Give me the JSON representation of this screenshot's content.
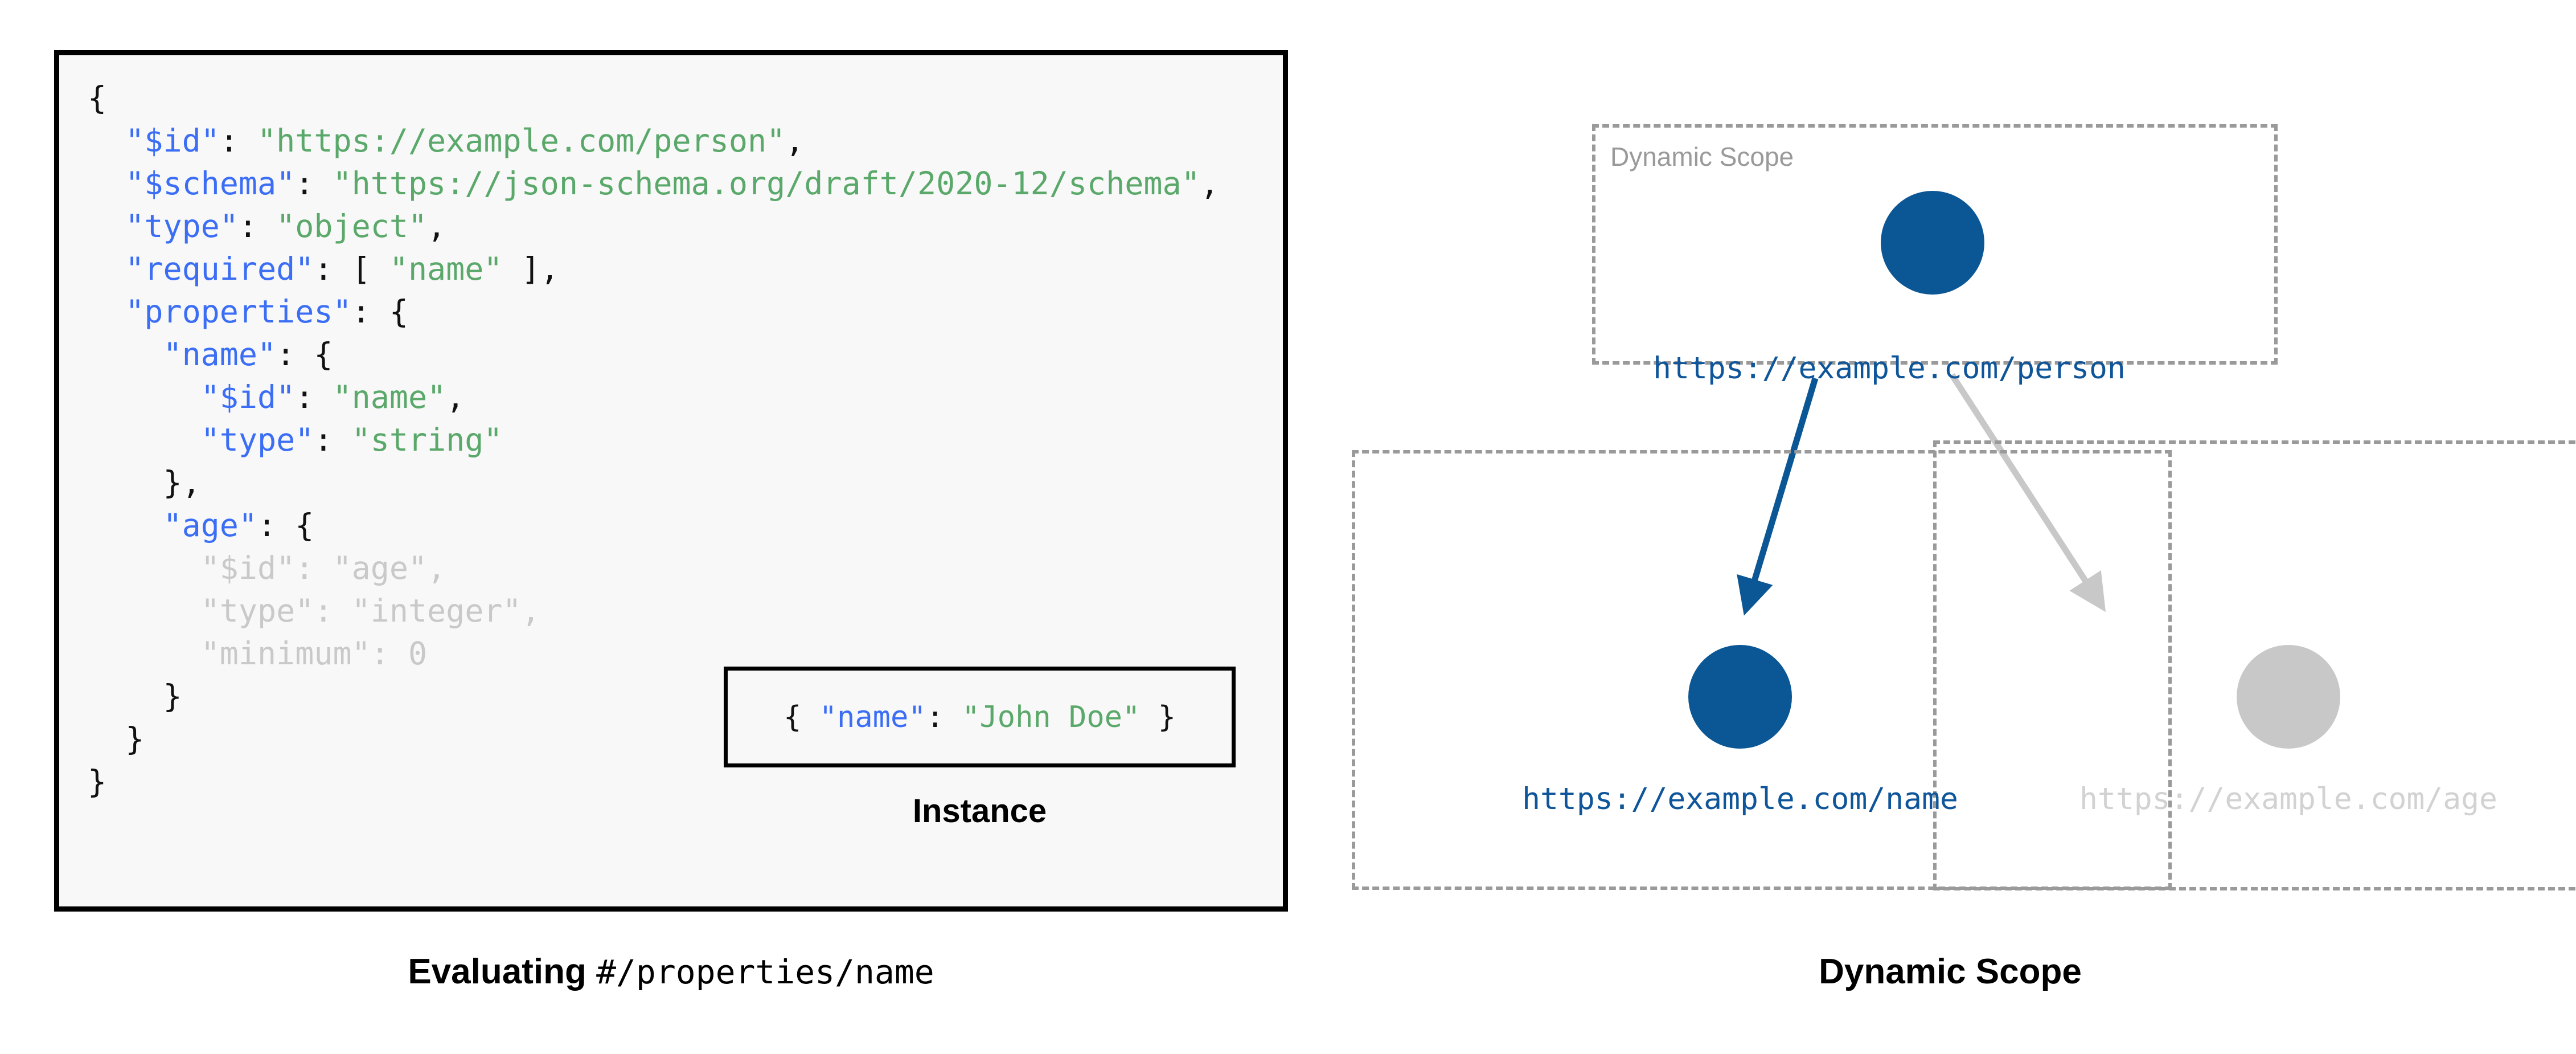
{
  "schema_panel": {
    "background_color": "#f8f8f8",
    "border_color": "#000000",
    "syntax_colors": {
      "key": "#3b6ef5",
      "string": "#5aa86a",
      "punctuation": "#111111",
      "dimmed": "#c9c9c9"
    },
    "code_lines": [
      [
        {
          "t": "{",
          "c": "p"
        }
      ],
      [
        {
          "t": "  ",
          "c": "p"
        },
        {
          "t": "\"$id\"",
          "c": "k"
        },
        {
          "t": ": ",
          "c": "p"
        },
        {
          "t": "\"https://example.com/person\"",
          "c": "s"
        },
        {
          "t": ",",
          "c": "p"
        }
      ],
      [
        {
          "t": "  ",
          "c": "p"
        },
        {
          "t": "\"$schema\"",
          "c": "k"
        },
        {
          "t": ": ",
          "c": "p"
        },
        {
          "t": "\"https://json-schema.org/draft/2020-12/schema\"",
          "c": "s"
        },
        {
          "t": ",",
          "c": "p"
        }
      ],
      [
        {
          "t": "  ",
          "c": "p"
        },
        {
          "t": "\"type\"",
          "c": "k"
        },
        {
          "t": ": ",
          "c": "p"
        },
        {
          "t": "\"object\"",
          "c": "s"
        },
        {
          "t": ",",
          "c": "p"
        }
      ],
      [
        {
          "t": "  ",
          "c": "p"
        },
        {
          "t": "\"required\"",
          "c": "k"
        },
        {
          "t": ": [ ",
          "c": "p"
        },
        {
          "t": "\"name\"",
          "c": "s"
        },
        {
          "t": " ],",
          "c": "p"
        }
      ],
      [
        {
          "t": "  ",
          "c": "p"
        },
        {
          "t": "\"properties\"",
          "c": "k"
        },
        {
          "t": ": {",
          "c": "p"
        }
      ],
      [
        {
          "t": "    ",
          "c": "p"
        },
        {
          "t": "\"name\"",
          "c": "k"
        },
        {
          "t": ": {",
          "c": "p"
        }
      ],
      [
        {
          "t": "      ",
          "c": "p"
        },
        {
          "t": "\"$id\"",
          "c": "k"
        },
        {
          "t": ": ",
          "c": "p"
        },
        {
          "t": "\"name\"",
          "c": "s"
        },
        {
          "t": ",",
          "c": "p"
        }
      ],
      [
        {
          "t": "      ",
          "c": "p"
        },
        {
          "t": "\"type\"",
          "c": "k"
        },
        {
          "t": ": ",
          "c": "p"
        },
        {
          "t": "\"string\"",
          "c": "s"
        }
      ],
      [
        {
          "t": "    },",
          "c": "p"
        }
      ],
      [
        {
          "t": "    ",
          "c": "p"
        },
        {
          "t": "\"age\"",
          "c": "k"
        },
        {
          "t": ": {",
          "c": "p"
        }
      ],
      [
        {
          "t": "      ",
          "c": "dim-p"
        },
        {
          "t": "\"$id\"",
          "c": "dim-k"
        },
        {
          "t": ": ",
          "c": "dim-p"
        },
        {
          "t": "\"age\"",
          "c": "dim-s"
        },
        {
          "t": ",",
          "c": "dim-p"
        }
      ],
      [
        {
          "t": "      ",
          "c": "dim-p"
        },
        {
          "t": "\"type\"",
          "c": "dim-k"
        },
        {
          "t": ": ",
          "c": "dim-p"
        },
        {
          "t": "\"integer\"",
          "c": "dim-s"
        },
        {
          "t": ",",
          "c": "dim-p"
        }
      ],
      [
        {
          "t": "      ",
          "c": "dim-p"
        },
        {
          "t": "\"minimum\"",
          "c": "dim-k"
        },
        {
          "t": ": ",
          "c": "dim-p"
        },
        {
          "t": "0",
          "c": "dim-n"
        }
      ],
      [
        {
          "t": "    }",
          "c": "p"
        }
      ],
      [
        {
          "t": "  }",
          "c": "p"
        }
      ],
      [
        {
          "t": "}",
          "c": "p"
        }
      ]
    ]
  },
  "instance": {
    "caption": "Instance",
    "code_tokens": [
      {
        "t": "{ ",
        "c": "p"
      },
      {
        "t": "\"name\"",
        "c": "k"
      },
      {
        "t": ": ",
        "c": "p"
      },
      {
        "t": "\"John Doe\"",
        "c": "s"
      },
      {
        "t": " }",
        "c": "p"
      }
    ]
  },
  "left_caption": {
    "bold_text": "Evaluating ",
    "mono_text": "#/properties/name"
  },
  "scope_diagram": {
    "caption": "Dynamic Scope",
    "box_label": "Dynamic Scope",
    "box_border_color": "#9a9a9a",
    "active_color": "#0b5694",
    "inactive_color": "#c8c8c8",
    "label_active_color": "#0f5599",
    "label_inactive_color": "#d2d2d2",
    "nodes": [
      {
        "id": "person",
        "label": "https://example.com/person",
        "state": "active"
      },
      {
        "id": "name",
        "label": "https://example.com/name",
        "state": "active"
      },
      {
        "id": "age",
        "label": "https://example.com/age",
        "state": "inactive"
      }
    ],
    "edges": [
      {
        "from": "person",
        "to": "name",
        "state": "active"
      },
      {
        "from": "person",
        "to": "age",
        "state": "inactive"
      }
    ]
  }
}
